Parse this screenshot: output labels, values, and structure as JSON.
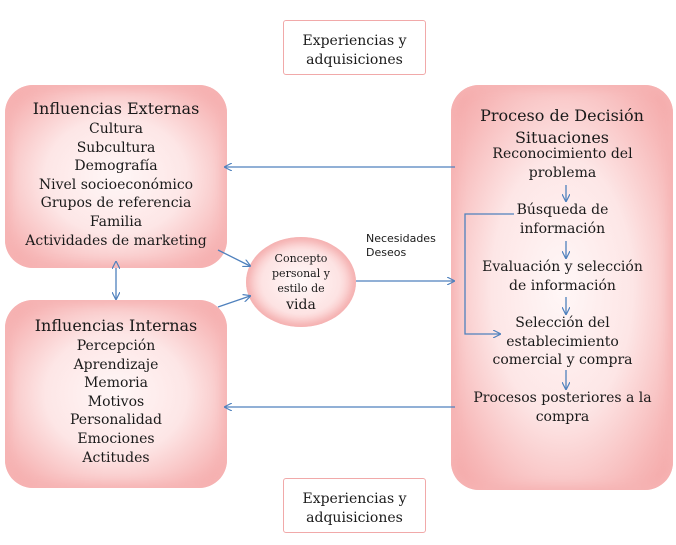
{
  "top_box": {
    "line1": "Experiencias y",
    "line2": "adquisiciones"
  },
  "bottom_box": {
    "line1": "Experiencias y",
    "line2": "adquisiciones"
  },
  "external": {
    "title": "Influencias Externas",
    "items": [
      "Cultura",
      "Subcultura",
      "Demografía",
      "Nivel socioeconómico",
      "Grupos de referencia",
      "Familia",
      "Actividades de marketing"
    ]
  },
  "internal": {
    "title": "Influencias Internas",
    "items": [
      "Percepción",
      "Aprendizaje",
      "Memoria",
      "Motivos",
      "Personalidad",
      "Emociones",
      "Actitudes"
    ]
  },
  "center": {
    "line1": "Concepto",
    "line2": "personal y",
    "line3": "estilo de",
    "line4": "vida"
  },
  "needs": {
    "line1": "Necesidades",
    "line2": "Deseos"
  },
  "decision": {
    "title1": "Proceso de Decisión",
    "title2": "Situaciones",
    "steps": [
      {
        "line1": "Reconocimiento del",
        "line2": "problema"
      },
      {
        "line1": "Búsqueda de",
        "line2": "información"
      },
      {
        "line1": "Evaluación y selección",
        "line2": "de información"
      },
      {
        "line1": "Selección del",
        "line2": "establecimiento",
        "line3": "comercial y compra"
      },
      {
        "line1": "Procesos posteriores a la",
        "line2": "compra"
      }
    ]
  },
  "colors": {
    "box_fill": "#fde6e6",
    "box_edge": "#f3a3a3",
    "arrow": "#4f81bd"
  }
}
